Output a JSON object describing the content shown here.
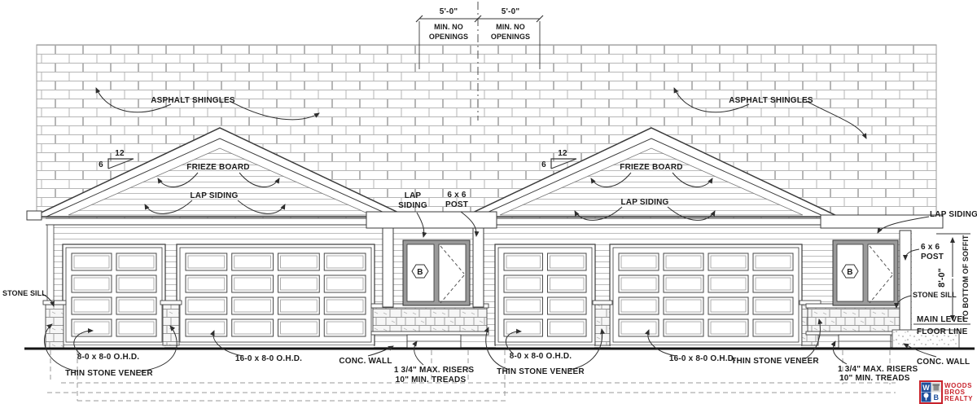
{
  "drawing": {
    "top_dimension": {
      "span_left": "5'-0\"",
      "span_right": "5'-0\"",
      "note1": "MIN. NO",
      "note2": "OPENINGS"
    },
    "slope": {
      "rise": "6",
      "run": "12"
    },
    "right_dimension": {
      "soffit_height": "8'-0\"",
      "soffit_note": "TO BOTTOM OF SOFFIT",
      "floor_note1": "MAIN LEVEL",
      "floor_note2": "FLOOR LINE"
    },
    "labels": {
      "asphalt_shingles": "ASPHALT SHINGLES",
      "frieze_board": "FRIEZE BOARD",
      "lap_siding": "LAP SIDING",
      "lap": "LAP",
      "siding": "SIDING",
      "post_line1": "6 x 6",
      "post_line2": "POST",
      "stone_sill": "STONE SILL",
      "thin_stone_veneer": "THIN STONE VENEER",
      "conc_wall": "CONC. WALL",
      "door_8": "8-0 x 8-0 O.H.D.",
      "door_16": "16-0 x 8-0 O.H.D.",
      "risers_line1": "1 3/4\" MAX. RISERS",
      "risers_line2": "10\" MIN. TREADS",
      "window_marker": "B"
    },
    "logo": {
      "word1": "WOODS",
      "word2": "BROS",
      "word3": "REALTY",
      "initial_w": "W",
      "initial_b": "B",
      "red": "#c8232c",
      "blue": "#1e4f9c"
    }
  }
}
